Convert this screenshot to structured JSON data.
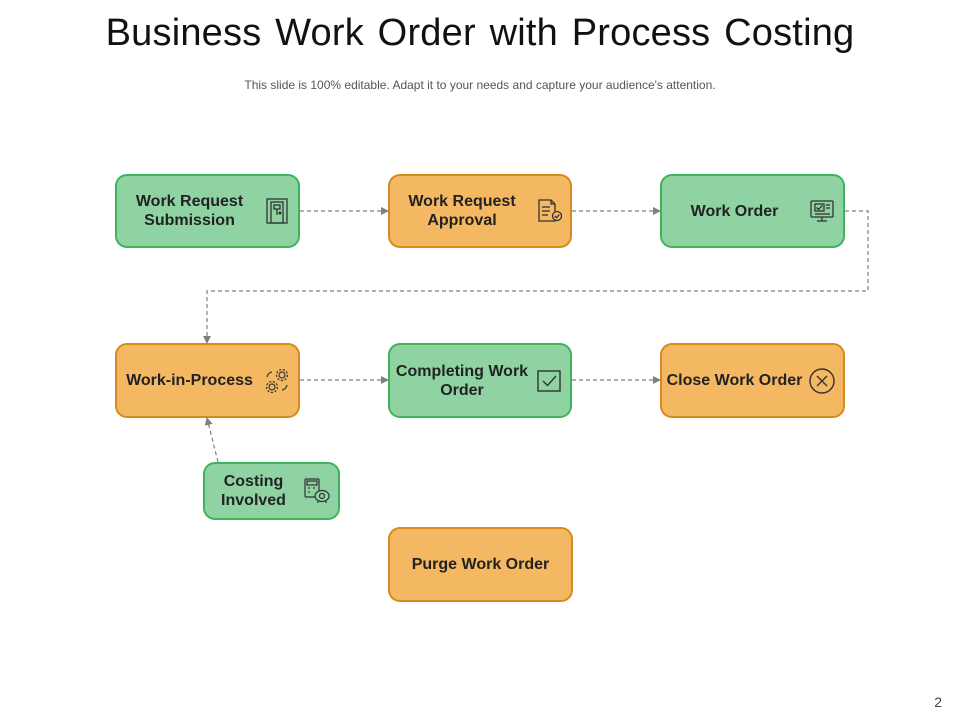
{
  "title": "Business Work Order with Process Costing",
  "subtitle": "This slide is 100% editable. Adapt it to your needs and capture your audience's attention.",
  "page_number": "2",
  "colors": {
    "green_fill": "#8fd3a3",
    "green_border": "#3fb35b",
    "orange_fill": "#f4b862",
    "orange_border": "#d68a1f",
    "connector": "#7f7f7f"
  },
  "nodes": {
    "work_request_submission": {
      "label": "Work Request Submission",
      "color": "green",
      "icon": "door-icon"
    },
    "work_request_approval": {
      "label": "Work Request Approval",
      "color": "orange",
      "icon": "document-check-icon"
    },
    "work_order": {
      "label": "Work Order",
      "color": "green",
      "icon": "computer-monitor-icon"
    },
    "work_in_process": {
      "label": "Work-in-Process",
      "color": "orange",
      "icon": "gears-cycle-icon"
    },
    "completing_work_order": {
      "label": "Completing Work Order",
      "color": "green",
      "icon": "checkbox-icon"
    },
    "close_work_order": {
      "label": "Close Work Order",
      "color": "orange",
      "icon": "close-circle-icon"
    },
    "costing_involved": {
      "label": "Costing Involved",
      "color": "green",
      "icon": "calculator-piggy-bank-icon"
    },
    "purge_work_order": {
      "label": "Purge Work Order",
      "color": "orange",
      "icon": ""
    }
  },
  "connections": [
    [
      "work_request_submission",
      "work_request_approval"
    ],
    [
      "work_request_approval",
      "work_order"
    ],
    [
      "work_order",
      "work_in_process"
    ],
    [
      "work_in_process",
      "completing_work_order"
    ],
    [
      "completing_work_order",
      "close_work_order"
    ],
    [
      "costing_involved",
      "work_in_process"
    ]
  ]
}
